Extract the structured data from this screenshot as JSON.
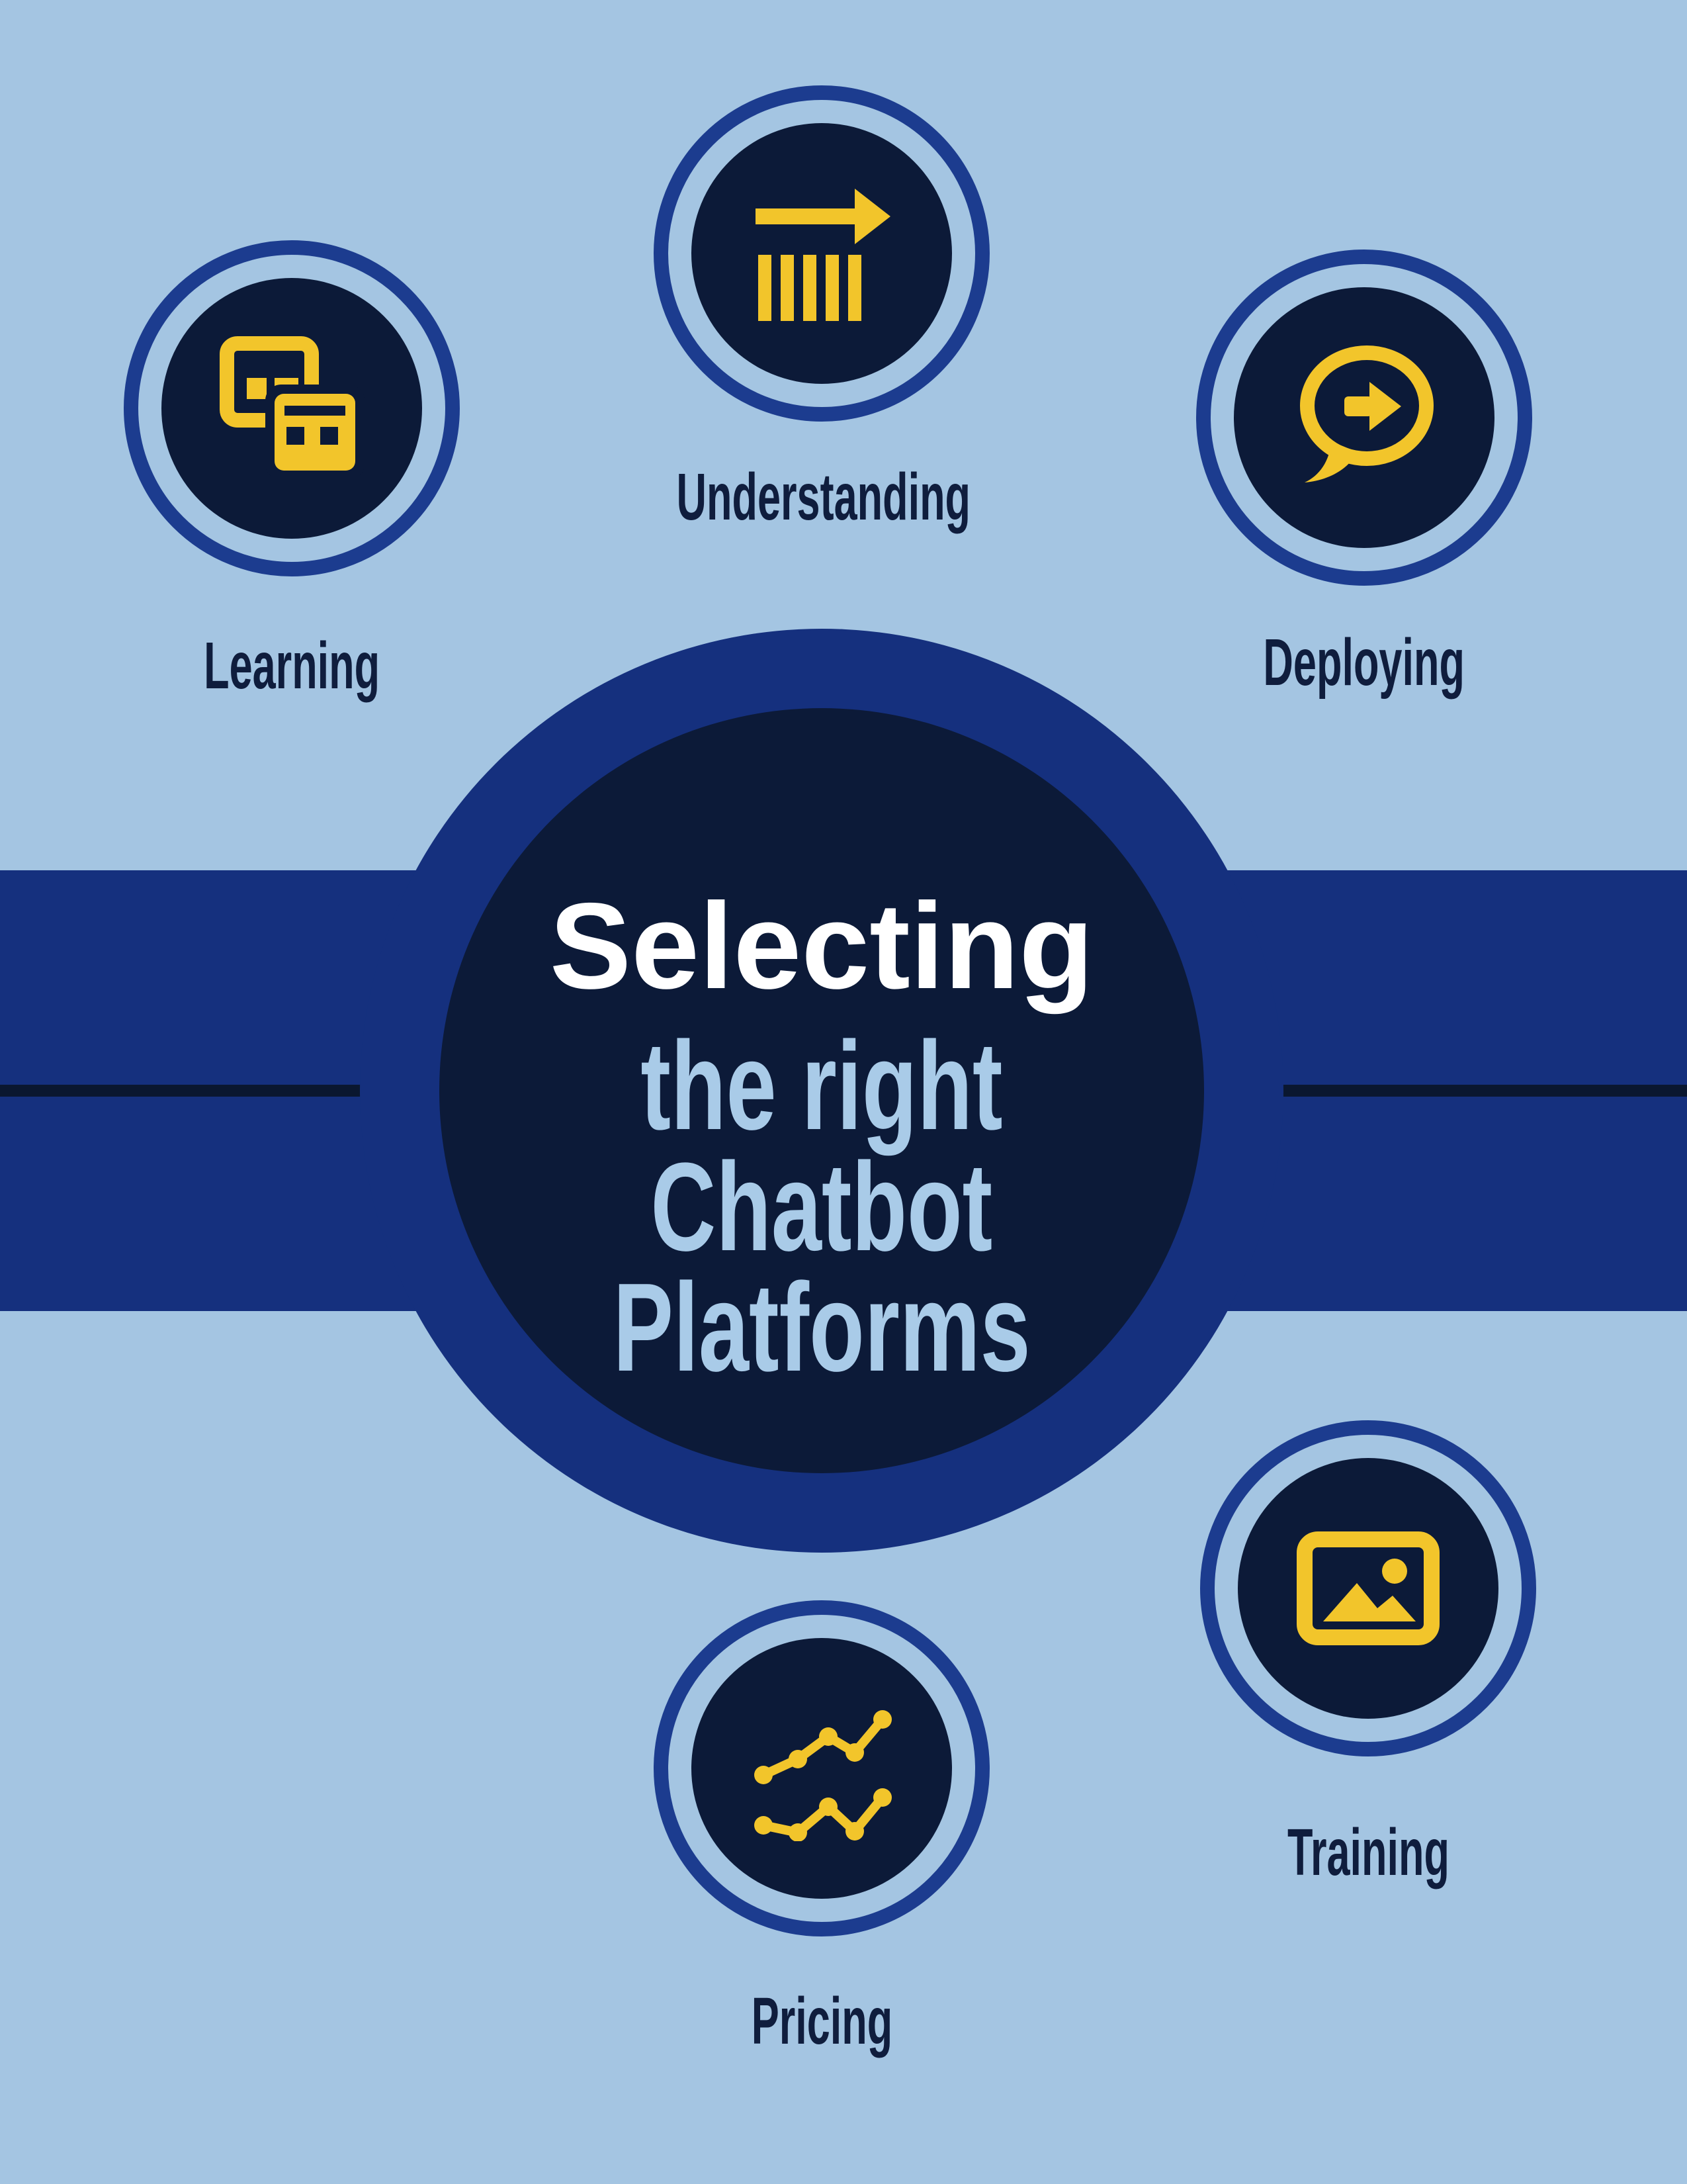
{
  "title": {
    "main": "Selecting",
    "sub_lines": [
      "the right",
      "Chatbot",
      "Platforms"
    ]
  },
  "nodes": [
    {
      "id": "learning",
      "label": "Learning",
      "icon": "browser-windows-icon"
    },
    {
      "id": "understanding",
      "label": "Understanding",
      "icon": "bar-chart-arrow-icon"
    },
    {
      "id": "deploying",
      "label": "Deploying",
      "icon": "speech-bubble-arrow-icon"
    },
    {
      "id": "training",
      "label": "Training",
      "icon": "picture-icon"
    },
    {
      "id": "pricing",
      "label": "Pricing",
      "icon": "line-chart-dots-icon"
    }
  ],
  "colors": {
    "background_light_blue": "#a4c5e2",
    "band_royal_blue": "#15307e",
    "ring_royal_blue": "#1c3c8f",
    "dark_navy": "#0c1a38",
    "thin_line_navy": "#0a1730",
    "accent_yellow": "#f2c52b",
    "subtitle_light_blue": "#a9cbe8",
    "label_navy": "#0f1d3d",
    "title_white": "#ffffff"
  }
}
